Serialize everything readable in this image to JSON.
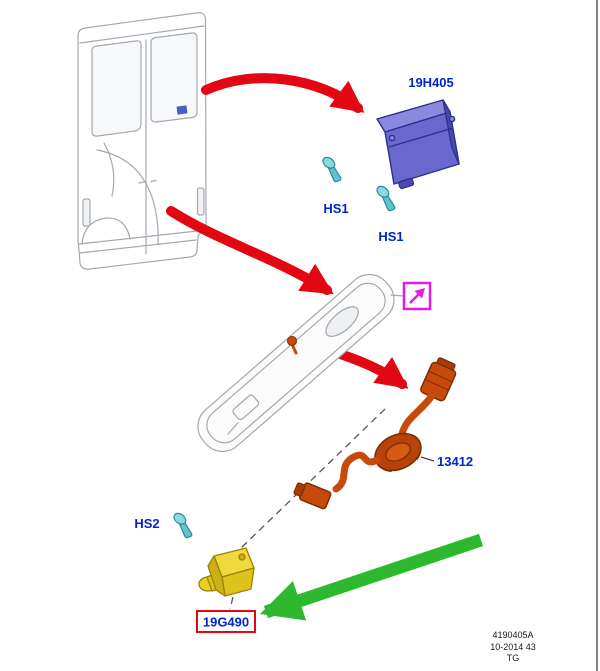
{
  "diagram": {
    "part_labels": {
      "module": "19H405",
      "screw_top": "HS1",
      "screw_mid": "HS1",
      "screw_bottom": "HS2",
      "harness": "13412",
      "camera": "19G490"
    },
    "footer": {
      "doc_number": "4190405A",
      "doc_revision": "10-2014 43",
      "doc_code": "TG"
    },
    "icons": {
      "cross_reference_icon": "arrow-up-right"
    },
    "colors": {
      "label_blue": "#0026cc",
      "arrow_red": "#e30613",
      "arrow_green": "#2eb82e",
      "module_fill": "#6a67cf",
      "module_stroke": "#2f2f8f",
      "screw_fill": "#5fc4d0",
      "screw_stroke": "#2e8a96",
      "harness_fill": "#c84a0a",
      "harness_stroke": "#7a2d00",
      "camera_fill": "#e8cf26",
      "camera_stroke": "#97850a",
      "link_magenta": "#e619e6",
      "lineart_gray": "#a3a9b0",
      "highlight_red": "#e30613"
    }
  }
}
